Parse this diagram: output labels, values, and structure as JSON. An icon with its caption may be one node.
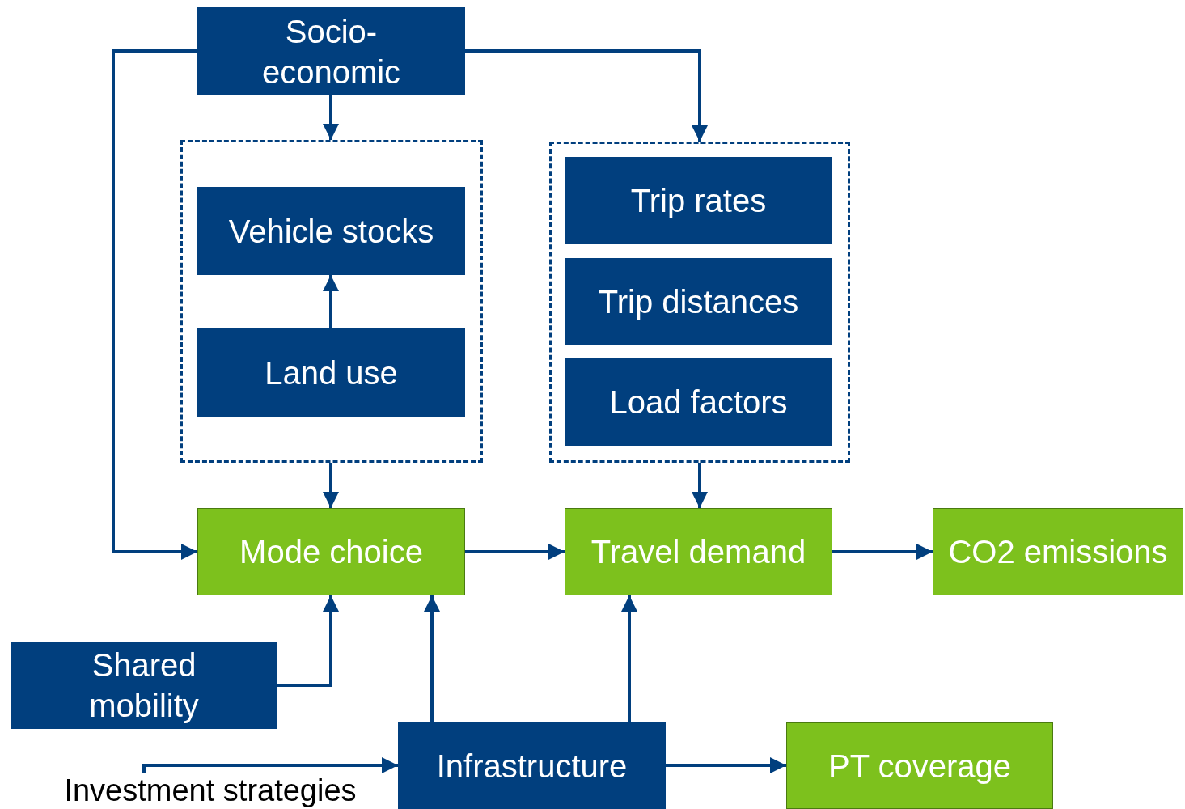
{
  "diagram": {
    "nodes": [
      {
        "text": [
          "Socio-economic"
        ]
      },
      {
        "text": [],
        "shape": "box"
      },
      {
        "text": [
          "Vehicle stocks"
        ],
        "in": 1
      },
      {
        "text": [
          "Land use"
        ],
        "in": 1
      },
      {
        "text": [],
        "shape": "box"
      },
      {
        "text": [
          "Trip rates"
        ],
        "in": 4
      },
      {
        "text": [
          "Trip distances"
        ],
        "in": 4
      },
      {
        "text": [
          "Load factors"
        ],
        "in": 4
      },
      {
        "text": [
          "Mode choice"
        ]
      },
      {
        "text": [
          "Travel demand"
        ]
      },
      {
        "text": [
          "CO2 emissions"
        ]
      },
      {
        "text": [
          "Shared mobility"
        ]
      },
      {
        "text": [
          "Infrastructure"
        ]
      },
      {
        "text": [
          "Investment strategies"
        ]
      },
      {
        "text": [
          "PT coverage"
        ]
      }
    ],
    "edges": [
      {
        "from": 0,
        "to": 8,
        "arrow": "to"
      },
      {
        "from": 0,
        "to": 1,
        "arrow": "to"
      },
      {
        "from": 0,
        "to": 4,
        "arrow": "to"
      },
      {
        "from": 3,
        "to": 2,
        "arrow": "to"
      },
      {
        "from": 1,
        "to": 8,
        "arrow": "to"
      },
      {
        "from": 4,
        "to": 9,
        "arrow": "to"
      },
      {
        "from": 8,
        "to": 9,
        "arrow": "to"
      },
      {
        "from": 9,
        "to": 10,
        "arrow": "to"
      },
      {
        "from": 11,
        "to": 8,
        "arrow": "to"
      },
      {
        "from": 12,
        "to": 8,
        "arrow": "to"
      },
      {
        "from": 12,
        "to": 9,
        "arrow": "to"
      },
      {
        "from": 13,
        "to": 12,
        "arrow": "to"
      },
      {
        "from": 12,
        "to": 14,
        "arrow": "to"
      }
    ]
  }
}
